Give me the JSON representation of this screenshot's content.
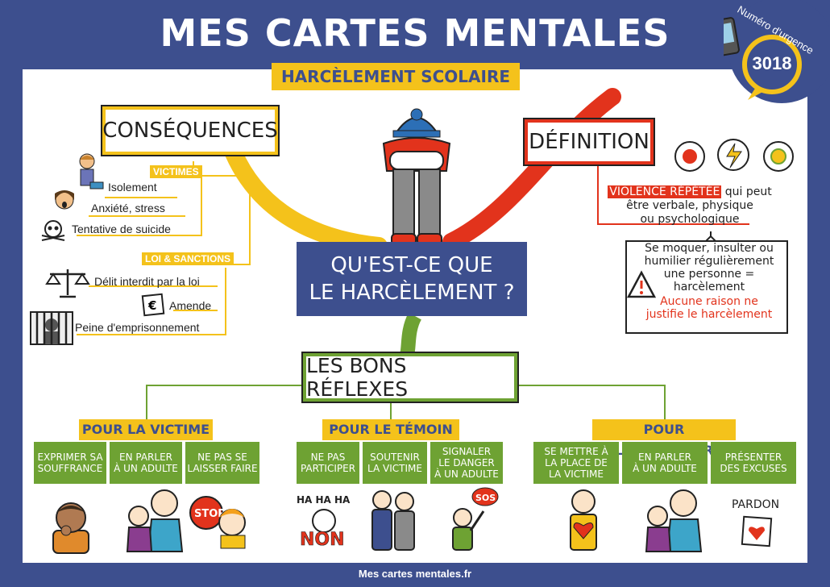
{
  "header": {
    "title": "MES CARTES MENTALES",
    "subtitle": "HARCÈLEMENT SCOLAIRE"
  },
  "emergency": {
    "label": "Numéro d'urgence",
    "number": "3018"
  },
  "center": {
    "line1": "QU'EST-CE QUE",
    "line2": "LE HARCÈLEMENT ?"
  },
  "consequences": {
    "title": "CONSÉQUENCES",
    "victims_tag": "VICTIMES",
    "victims": [
      "Isolement",
      "Anxiété, stress",
      "Tentative de suicide"
    ],
    "law_tag": "LOI & SANCTIONS",
    "law": [
      "Délit interdit par la loi",
      "Amende",
      "Peine d'emprisonnement"
    ],
    "euro_symbol": "€"
  },
  "definition": {
    "title": "DÉFINITION",
    "highlight": "VIOLENCE RÉPÉTÉE",
    "text1": " qui peut",
    "text2": "être verbale, physique",
    "text3": "ou psychologique",
    "note": [
      "Se moquer, insulter ou",
      "humilier régulièrement",
      "une personne =",
      "harcèlement"
    ],
    "warning": [
      "Aucune raison ne",
      "justifie le harcèlement"
    ]
  },
  "reflexes": {
    "title": "LES BONS RÉFLEXES",
    "groups": [
      {
        "title": "POUR LA VICTIME",
        "items": [
          [
            "EXPRIMER SA",
            "SOUFFRANCE"
          ],
          [
            "EN PARLER",
            "À UN ADULTE"
          ],
          [
            "NE PAS SE",
            "LAISSER FAIRE"
          ]
        ]
      },
      {
        "title": "POUR LE TÉMOIN",
        "items": [
          [
            "NE PAS",
            "PARTICIPER"
          ],
          [
            "SOUTENIR",
            "LA VICTIME"
          ],
          [
            "SIGNALER",
            "LE DANGER",
            "À UN ADULTE"
          ]
        ]
      },
      {
        "title": "POUR L'AGRESSEUR",
        "items": [
          [
            "SE METTRE À",
            "LA PLACE DE",
            "LA VICTIME"
          ],
          [
            "EN PARLER",
            "À UN ADULTE"
          ],
          [
            "PRÉSENTER",
            "DES EXCUSES"
          ]
        ]
      }
    ],
    "stop": "STOP",
    "haha": "HA HA HA",
    "non": "NON",
    "sos": "SOS",
    "pardon": "PARDON"
  },
  "footer": "Mes cartes mentales.fr",
  "colors": {
    "navy": "#3d4f8e",
    "yellow": "#f4c21b",
    "red": "#e2331c",
    "green": "#6ea233"
  }
}
